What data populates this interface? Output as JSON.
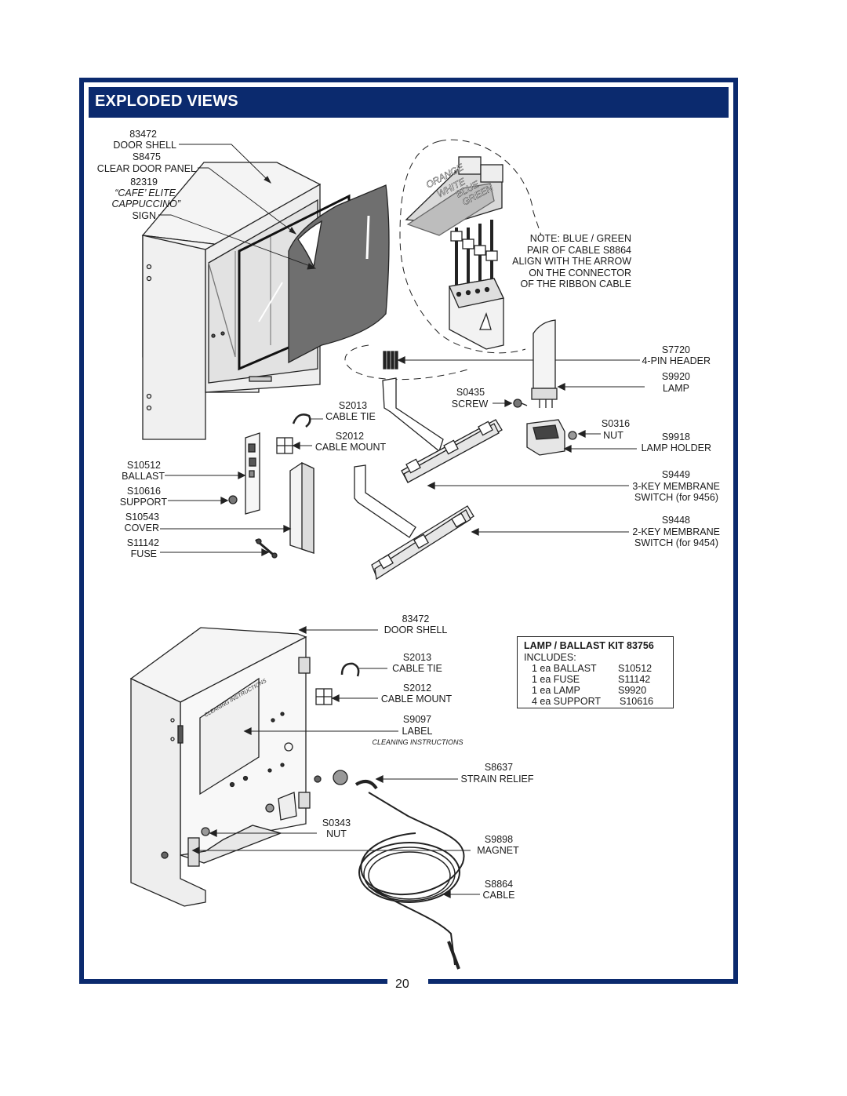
{
  "header": {
    "title": "EXPLODED VIEWS"
  },
  "page_number": "20",
  "upper_diagram": {
    "door_shell": {
      "part": "83472",
      "name": "DOOR SHELL"
    },
    "clear_door_panel": {
      "part": "S8475",
      "name": "CLEAR DOOR PANEL"
    },
    "sign": {
      "part": "82319",
      "line1": "“CAFE’ ELITE",
      "line2": "CAPPUCCINO”",
      "name": "SIGN"
    },
    "wire_colors": [
      "ORANGE",
      "WHITE",
      "BLUE",
      "GREEN"
    ],
    "note": [
      "NOTE:  BLUE / GREEN",
      "PAIR OF CABLE S8864",
      "ALIGN WITH THE ARROW",
      "ON THE CONNECTOR",
      "OF THE RIBBON CABLE"
    ],
    "pin_header": {
      "part": "S7720",
      "name": "4-PIN HEADER"
    },
    "lamp": {
      "part": "S9920",
      "name": "LAMP"
    },
    "screw": {
      "part": "S0435",
      "name": "SCREW"
    },
    "cable_tie": {
      "part": "S2013",
      "name": "CABLE TIE"
    },
    "nut": {
      "part": "S0316",
      "name": "NUT"
    },
    "lamp_holder": {
      "part": "S9918",
      "name": "LAMP HOLDER"
    },
    "cable_mount": {
      "part": "S2012",
      "name": "CABLE MOUNT"
    },
    "ballast": {
      "part": "S10512",
      "name": "BALLAST"
    },
    "support": {
      "part": "S10616",
      "name": "SUPPORT"
    },
    "membrane_3key": {
      "part": "S9449",
      "name": "3-KEY MEMBRANE",
      "note": "SWITCH (for 9456)"
    },
    "cover": {
      "part": "S10543",
      "name": "COVER"
    },
    "membrane_2key": {
      "part": "S9448",
      "name": "2-KEY MEMBRANE",
      "note": "SWITCH (for 9454)"
    },
    "fuse": {
      "part": "S11142",
      "name": "FUSE"
    }
  },
  "lower_diagram": {
    "door_shell": {
      "part": "83472",
      "name": "DOOR SHELL"
    },
    "cable_tie": {
      "part": "S2013",
      "name": "CABLE TIE"
    },
    "cable_mount": {
      "part": "S2012",
      "name": "CABLE MOUNT"
    },
    "label": {
      "part": "S9097",
      "name": "LABEL",
      "note": "CLEANING INSTRUCTIONS"
    },
    "panel_text": "CLEANING INSTRUCTIONS",
    "strain_relief": {
      "part": "S8637",
      "name": "STRAIN RELIEF"
    },
    "nut": {
      "part": "S0343",
      "name": "NUT"
    },
    "magnet": {
      "part": "S9898",
      "name": "MAGNET"
    },
    "cable": {
      "part": "S8864",
      "name": "CABLE"
    }
  },
  "kit": {
    "title": "LAMP / BALLAST KIT 83756",
    "includes": "INCLUDES:",
    "rows": [
      {
        "qty": "1 ea BALLAST",
        "part": "S10512"
      },
      {
        "qty": "1 ea FUSE",
        "part": "S11142"
      },
      {
        "qty": "1 ea LAMP",
        "part": "S9920"
      },
      {
        "qty": "4 ea SUPPORT",
        "part": "S10616"
      }
    ]
  }
}
